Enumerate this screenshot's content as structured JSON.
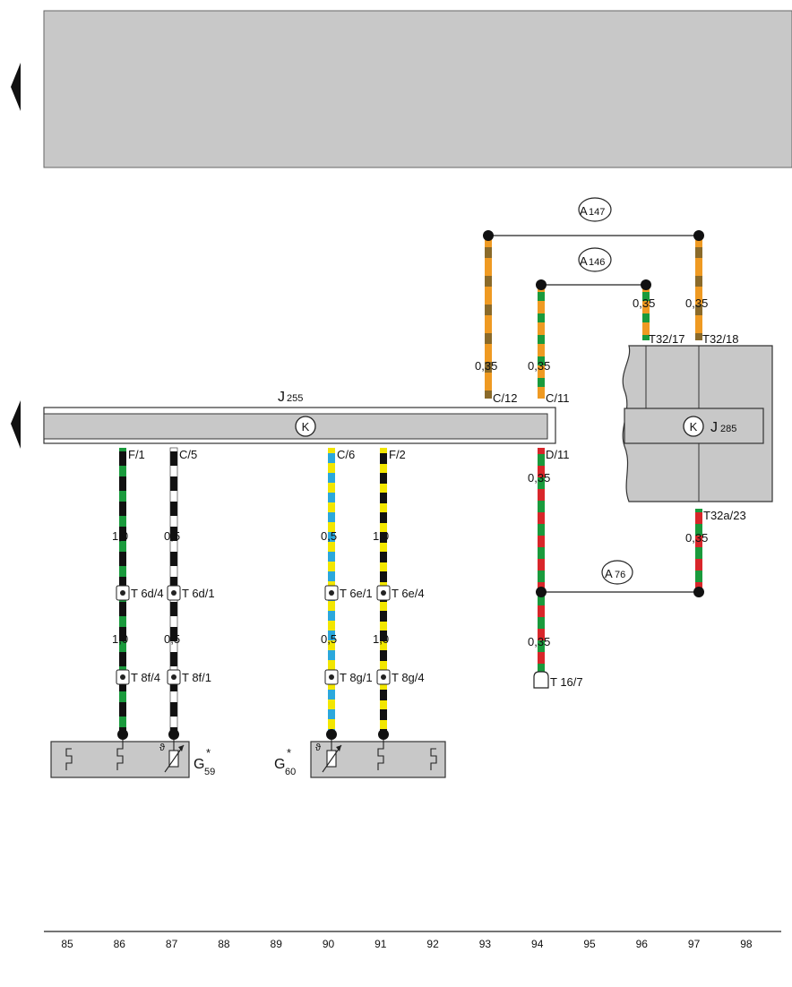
{
  "components": {
    "J255": {
      "letter": "J",
      "number": "255"
    },
    "J285": {
      "letter": "J",
      "number": "285"
    },
    "G59": {
      "letter": "G",
      "number": "59",
      "star": "*"
    },
    "G60": {
      "letter": "G",
      "number": "60",
      "star": "*"
    },
    "symbol_K": "K"
  },
  "grounds": {
    "A147": {
      "letter": "A",
      "number": "147"
    },
    "A146": {
      "letter": "A",
      "number": "146"
    },
    "A76": {
      "letter": "A",
      "number": "76"
    }
  },
  "pins": {
    "F1": "F/1",
    "C5": "C/5",
    "C6": "C/6",
    "F2": "F/2",
    "C12": "C/12",
    "C11": "C/11",
    "D11": "D/11",
    "T32_17": "T32/17",
    "T32_18": "T32/18",
    "T32a_23": "T32a/23"
  },
  "connectors": {
    "T6d4": "T 6d/4",
    "T6d1": "T 6d/1",
    "T6e1": "T 6e/1",
    "T6e4": "T 6e/4",
    "T8f4": "T 8f/4",
    "T8f1": "T 8f/1",
    "T8g1": "T 8g/1",
    "T8g4": "T 8g/4",
    "T16_7": "T 16/7"
  },
  "wire_sizes": {
    "s1_0": "1,0",
    "s0_5": "0,5",
    "s0_35": "0,35"
  },
  "wire_colors": {
    "black": "#111111",
    "green": "#1a9a3c",
    "white": "#ffffff",
    "blue": "#2ba8dc",
    "yellow": "#f2e600",
    "orange": "#ef9a22",
    "brown": "#8a6a2a",
    "red": "#d8262a"
  },
  "grid": [
    "85",
    "86",
    "87",
    "88",
    "89",
    "90",
    "91",
    "92",
    "93",
    "94",
    "95",
    "96",
    "97",
    "98"
  ]
}
